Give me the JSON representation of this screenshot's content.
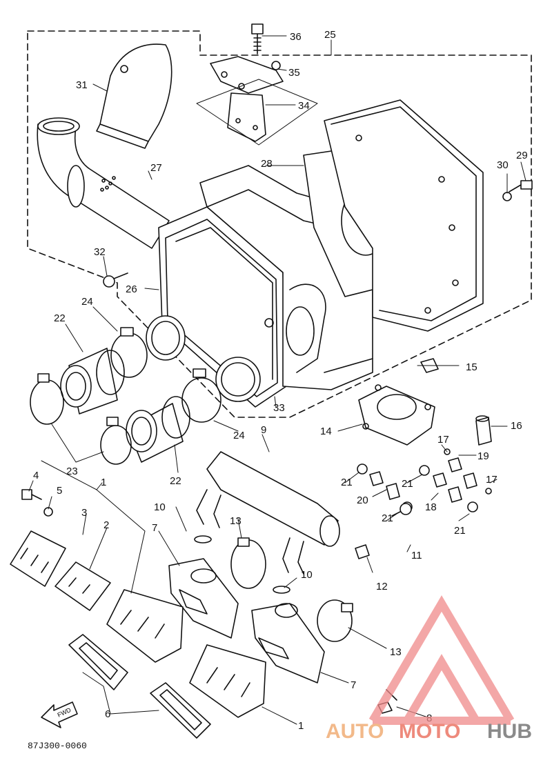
{
  "diagram": {
    "labels": [
      "36",
      "25",
      "35",
      "34",
      "31",
      "28",
      "30",
      "29",
      "27",
      "32",
      "26",
      "24",
      "22",
      "15",
      "33",
      "16",
      "14",
      "9",
      "24",
      "17",
      "19",
      "21",
      "21",
      "17",
      "23",
      "22",
      "4",
      "5",
      "1",
      "3",
      "20",
      "18",
      "21",
      "21",
      "10",
      "13",
      "11",
      "2",
      "7",
      "12",
      "10",
      "13",
      "7",
      "8",
      "6",
      "1"
    ],
    "fwd": "FWD",
    "part_code": "87J300-0060"
  },
  "watermark": {
    "auto": "AUTO",
    "moto": "MOTO",
    "hub": "HUB",
    "colors": {
      "auto": "#f2b98a",
      "moto": "#ee8a7c",
      "hub": "#8a8a8a",
      "logo": "#f08a8a"
    }
  }
}
